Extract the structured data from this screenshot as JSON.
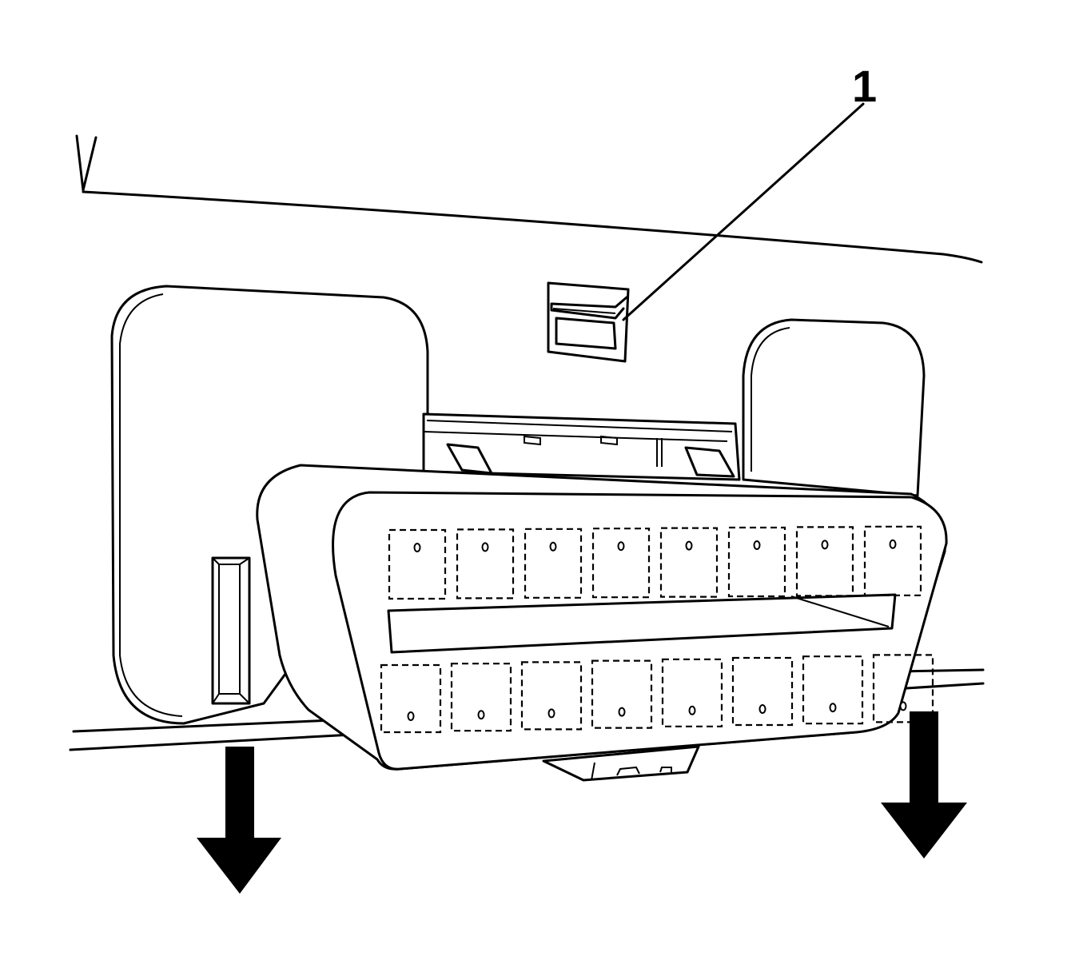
{
  "callouts": [
    {
      "id": "1",
      "label": "1"
    }
  ],
  "colors": {
    "line": "#000000",
    "background": "#ffffff"
  },
  "arrows": [
    {
      "name": "left-down-arrow",
      "direction": "down"
    },
    {
      "name": "right-down-arrow",
      "direction": "down"
    }
  ]
}
